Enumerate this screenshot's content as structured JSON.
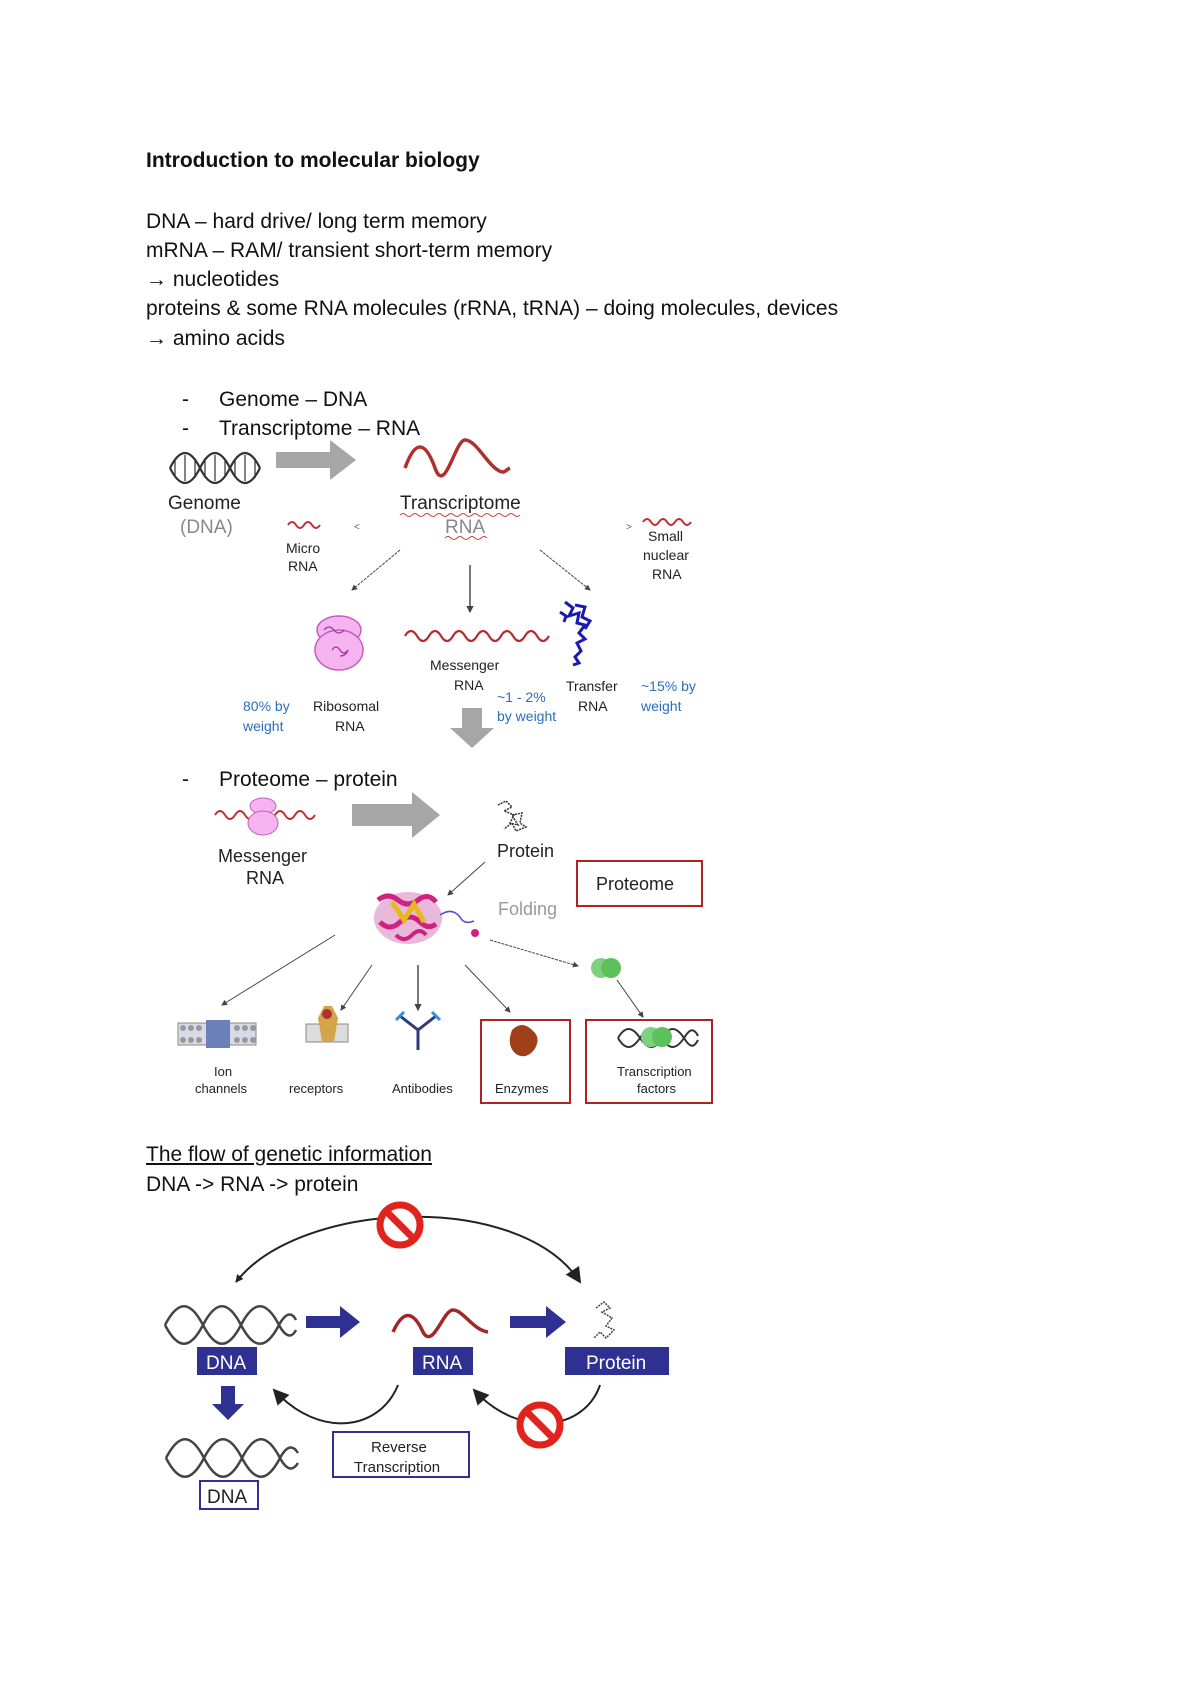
{
  "heading": "Introduction to molecular biology",
  "notes": [
    "DNA – hard drive/ long term memory",
    "mRNA – RAM/ transient short-term memory",
    "→ nucleotides",
    "proteins & some RNA molecules (rRNA, tRNA) – doing molecules, devices",
    "→ amino acids"
  ],
  "bullets": {
    "dash": "-",
    "genome": "Genome – DNA",
    "transcriptome": "Transcriptome – RNA",
    "proteome": "Proteome – protein"
  },
  "figure1": {
    "genome": "Genome",
    "genome_sub": "(DNA)",
    "transcriptome": "Transcriptome",
    "transcriptome_sub": "RNA",
    "micro_rna": [
      "Micro",
      "RNA"
    ],
    "small_nuclear_rna": [
      "Small",
      "nuclear",
      "RNA"
    ],
    "messenger_rna": [
      "Messenger",
      "RNA"
    ],
    "messenger_pct": [
      "~1 - 2%",
      "by weight"
    ],
    "transfer_rna": [
      "Transfer",
      "RNA"
    ],
    "transfer_pct": [
      "~15% by",
      "weight"
    ],
    "ribosomal_pct": [
      "80% by",
      "weight"
    ],
    "ribosomal_rna": [
      "Ribosomal",
      "RNA"
    ]
  },
  "figure2": {
    "messenger_rna": [
      "Messenger",
      "RNA"
    ],
    "protein": "Protein",
    "proteome": "Proteome",
    "folding": "Folding",
    "outputs": {
      "ion_channels": [
        "Ion",
        "channels"
      ],
      "receptors": "receptors",
      "antibodies": "Antibodies",
      "enzymes": "Enzymes",
      "transcription_factors": [
        "Transcription",
        "factors"
      ]
    }
  },
  "flow": {
    "heading": "The flow of genetic information ",
    "subheading": "DNA -> RNA -> protein",
    "dna": "DNA",
    "rna": "RNA",
    "protein": "Protein",
    "dna_copy": "DNA",
    "reverse_transcription": [
      "Reverse",
      "Transcription"
    ]
  },
  "colors": {
    "blue_box": "#2e3192",
    "blue_arrow": "#2e3192",
    "red_box": "#b22222",
    "rna_wave": "#b03030",
    "stat_blue": "#2a6ebb",
    "grey_arrow": "#a6a6a6",
    "no_sign": "#e0231c"
  }
}
